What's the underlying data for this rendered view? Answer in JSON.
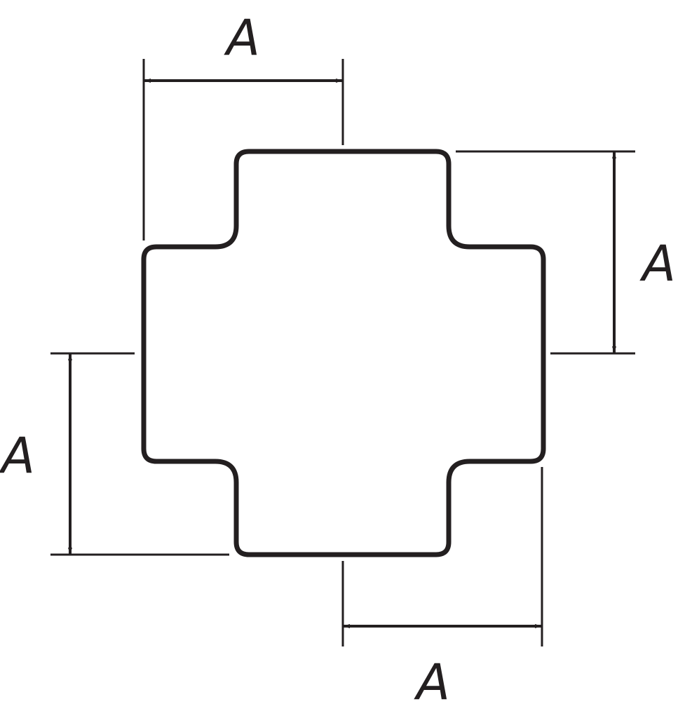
{
  "colors": {
    "stroke": "#231f20",
    "background": "#ffffff"
  },
  "dimensions": {
    "top_label": "A",
    "right_label": "A",
    "left_label": "A",
    "bottom_label": "A"
  }
}
